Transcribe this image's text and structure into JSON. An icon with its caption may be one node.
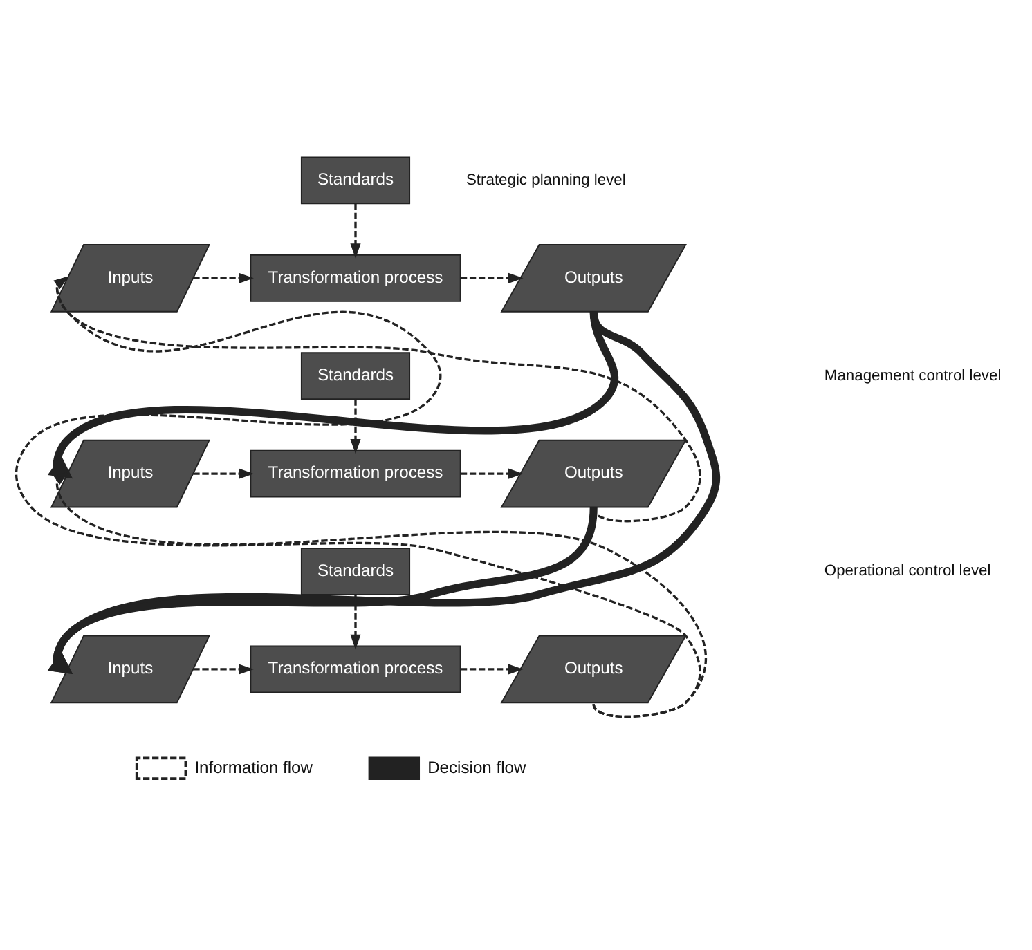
{
  "diagram": {
    "nodes": [
      {
        "text": [
          "Standards"
        ]
      },
      {
        "text": [
          "Inputs"
        ]
      },
      {
        "text": [
          "Transformation process"
        ]
      },
      {
        "text": [
          "Outputs"
        ]
      },
      {
        "text": [
          "Standards"
        ]
      },
      {
        "text": [
          "Inputs"
        ]
      },
      {
        "text": [
          "Transformation process"
        ]
      },
      {
        "text": [
          "Outputs"
        ]
      },
      {
        "text": [
          "Standards"
        ]
      },
      {
        "text": [
          "Inputs"
        ]
      },
      {
        "text": [
          "Transformation process"
        ]
      },
      {
        "text": [
          "Outputs"
        ]
      }
    ],
    "edges": [
      {
        "from": 0,
        "to": 2,
        "arrow": "to",
        "style": "dashed"
      },
      {
        "from": 1,
        "to": 2,
        "arrow": "to",
        "style": "dashed"
      },
      {
        "from": 2,
        "to": 3,
        "arrow": "to",
        "style": "dashed"
      },
      {
        "from": 4,
        "to": 6,
        "arrow": "to",
        "style": "dashed"
      },
      {
        "from": 5,
        "to": 6,
        "arrow": "to",
        "style": "dashed"
      },
      {
        "from": 6,
        "to": 7,
        "arrow": "to",
        "style": "dashed"
      },
      {
        "from": 8,
        "to": 10,
        "arrow": "to",
        "style": "dashed"
      },
      {
        "from": 9,
        "to": 10,
        "arrow": "to",
        "style": "dashed"
      },
      {
        "from": 10,
        "to": 11,
        "arrow": "to",
        "style": "dashed"
      },
      {
        "from": 3,
        "to": 5,
        "arrow": "to",
        "style": "thick"
      },
      {
        "from": 3,
        "to": 9,
        "arrow": "to",
        "style": "thick"
      },
      {
        "from": 7,
        "to": 9,
        "arrow": "to",
        "style": "thick"
      },
      {
        "from": 7,
        "to": 1,
        "arrow": "to",
        "style": "dashed"
      },
      {
        "from": 11,
        "to": 5,
        "arrow": "to",
        "style": "dashed"
      },
      {
        "from": 11,
        "to": 1,
        "arrow": "to",
        "style": "dashed"
      }
    ],
    "labels": [
      "Strategic planning level",
      "Management control level",
      "Operational control level"
    ],
    "legend": [
      {
        "text": "Information flow"
      },
      {
        "text": "Decision flow"
      }
    ]
  }
}
